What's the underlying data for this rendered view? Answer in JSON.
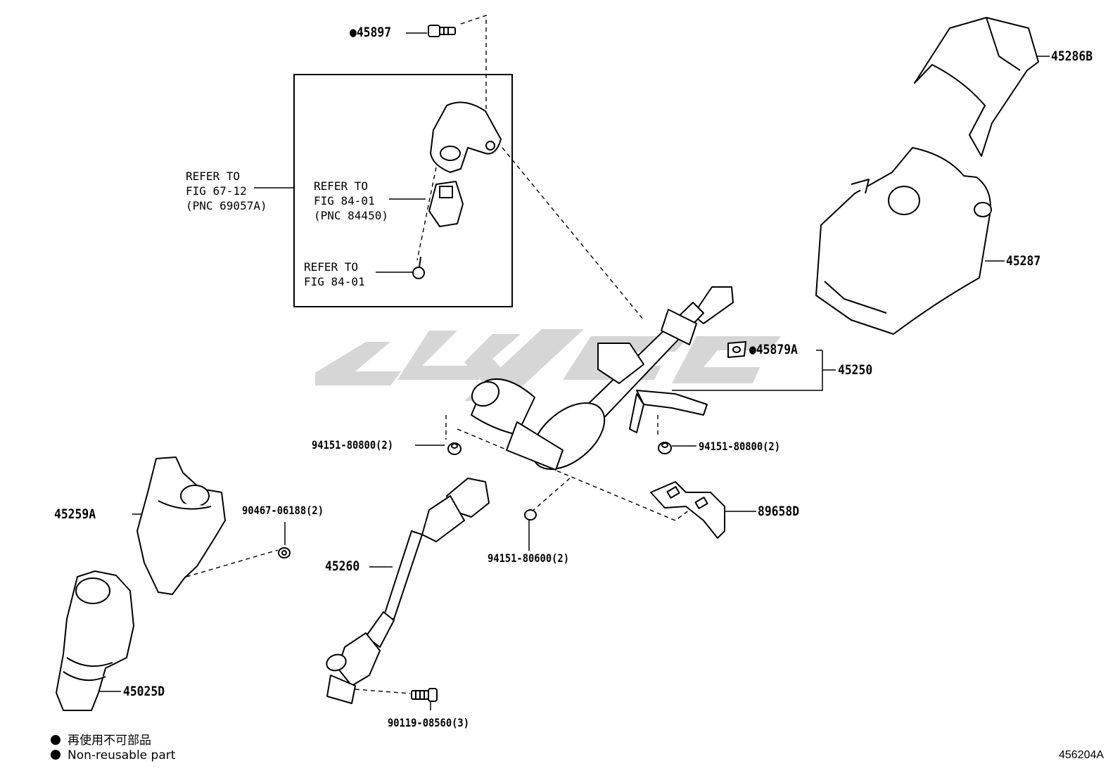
{
  "parts": {
    "p45897": "●45897",
    "p45286b": "45286B",
    "p45287": "45287",
    "p45879a": "●45879A",
    "p45250": "45250",
    "p94151_800_l": "94151-80800(2)",
    "p94151_800_r": "94151-80800(2)",
    "p89658d": "89658D",
    "p94151_600": "94151-80600(2)",
    "p45259a": "45259A",
    "p90467": "90467-06188(2)",
    "p45260": "45260",
    "p45025d": "45025D",
    "p90119": "90119-08560(3)"
  },
  "refs": {
    "r1": "REFER TO\nFIG 67-12\n(PNC 69057A)",
    "r2": "REFER TO\nFIG 84-01\n(PNC 84450)",
    "r3": "REFER TO\nFIG 84-01"
  },
  "legend": {
    "line1": "再使用不可部品",
    "line2": "Non-reusable part"
  },
  "diagram_code": "456204A",
  "colors": {
    "ink": "#000000",
    "watermark": "#d4d4d4"
  }
}
